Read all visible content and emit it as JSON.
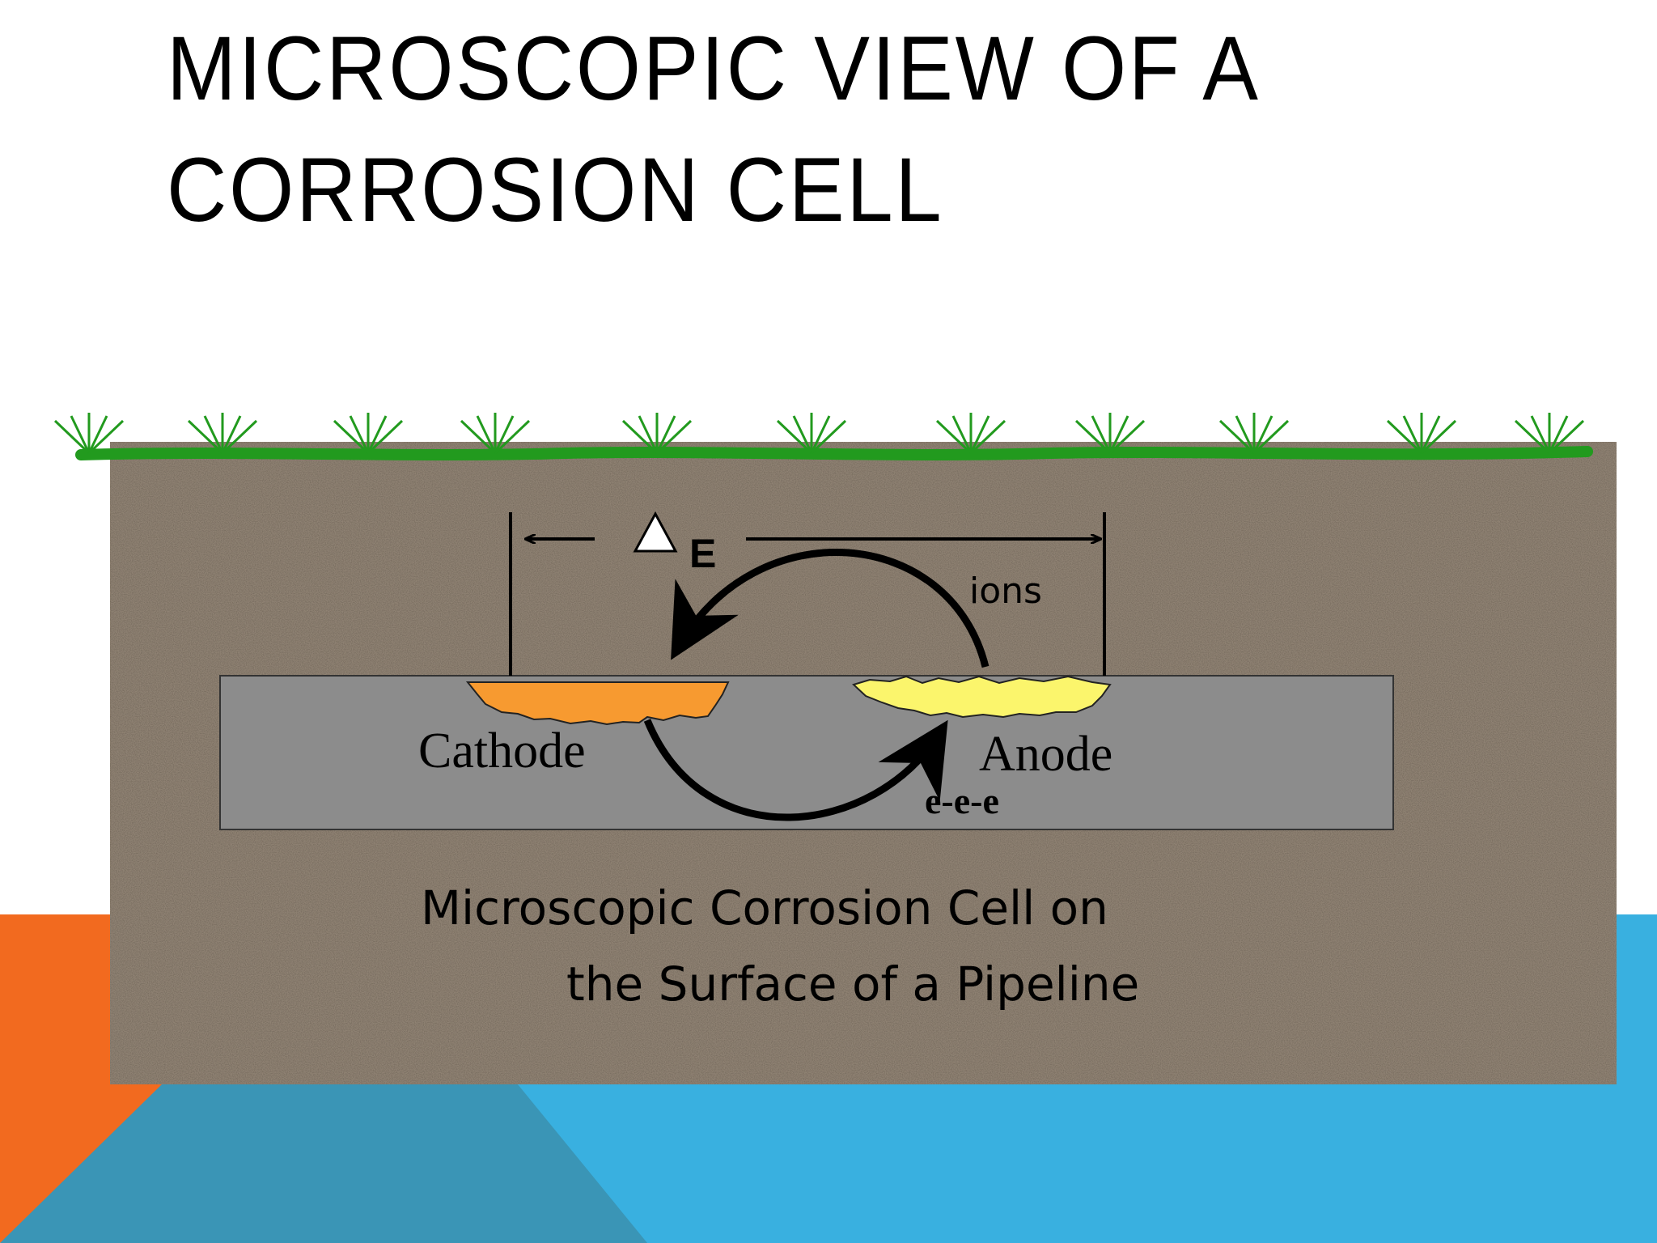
{
  "slide": {
    "title_line1": "MICROSCOPIC VIEW OF A",
    "title_line2": "CORROSION CELL"
  },
  "diagram": {
    "potential_label": "E",
    "ions_label": "ions",
    "cathode_label": "Cathode",
    "anode_label": "Anode",
    "electrons_label": "e-e-e",
    "caption_line1": "Microscopic Corrosion Cell on",
    "caption_line2": "the Surface of a Pipeline"
  },
  "colors": {
    "soil": "#8f8273",
    "pipe": "#8c8c8c",
    "grass": "#229a1e",
    "cathode": "#f79a30",
    "anode": "#fbf56c",
    "accent_orange": "#f26a1f",
    "accent_blue": "#39b0e0",
    "accent_blue_dark": "#3a95b6"
  }
}
